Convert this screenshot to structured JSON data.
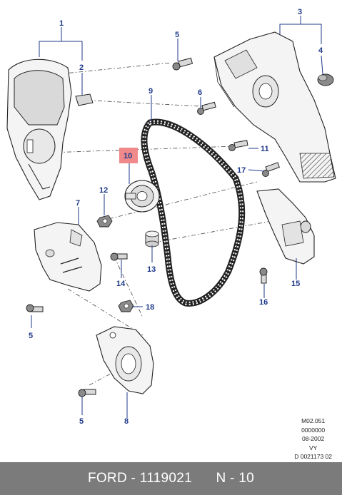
{
  "callouts": {
    "c1": "1",
    "c2": "2",
    "c3": "3",
    "c4": "4",
    "c5a": "5",
    "c5b": "5",
    "c5c": "5",
    "c6": "6",
    "c7": "7",
    "c8": "8",
    "c9": "9",
    "c10": "10",
    "c11": "11",
    "c12": "12",
    "c13": "13",
    "c14": "14",
    "c15": "15",
    "c16": "16",
    "c17": "17",
    "c18": "18"
  },
  "highlighted_callout": "10",
  "colors": {
    "callout_text": "#1f3a8a",
    "highlight_fill": "#f08a8a",
    "footer_bg": "#7b7b7b",
    "footer_text": "#ffffff"
  },
  "reference": {
    "line1": "M02.051",
    "line2": "0000000",
    "line3": "08-2002",
    "line4": "VY",
    "line5": "D 0021173 02"
  },
  "footer": {
    "brand": "FORD",
    "part_number": "1119021",
    "position": "N - 10"
  }
}
